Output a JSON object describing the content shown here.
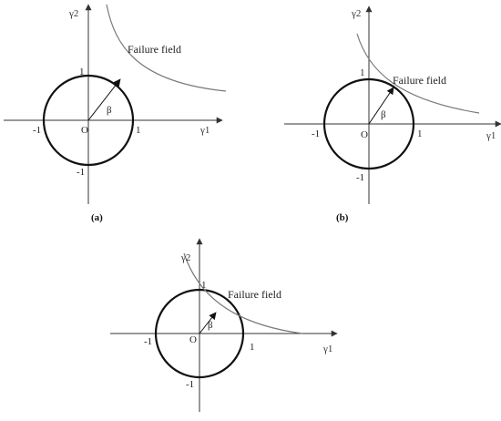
{
  "panels": [
    {
      "caption": "(a)",
      "y_axis_label": "γ2",
      "x_axis_label": "γ1",
      "origin_label": "O",
      "tick_pos_y": "1",
      "tick_neg_y": "-1",
      "tick_pos_x": "1",
      "tick_neg_x": "-1",
      "beta_label": "β",
      "field_label": "Failure field",
      "failure_relation": "separate"
    },
    {
      "caption": "(b)",
      "y_axis_label": "γ2",
      "x_axis_label": "γ1",
      "origin_label": "O",
      "tick_pos_y": "1",
      "tick_neg_y": "-1",
      "tick_pos_x": "1",
      "tick_neg_x": "-1",
      "beta_label": "β",
      "field_label": "Failure field",
      "failure_relation": "tangent"
    },
    {
      "caption": "",
      "y_axis_label": "γ2",
      "x_axis_label": "γ1",
      "origin_label": "O",
      "tick_pos_y": "1",
      "tick_neg_y": "-1",
      "tick_pos_x": "1",
      "tick_neg_x": "-1",
      "beta_label": "β",
      "field_label": "Failure field",
      "failure_relation": "intersecting"
    }
  ]
}
